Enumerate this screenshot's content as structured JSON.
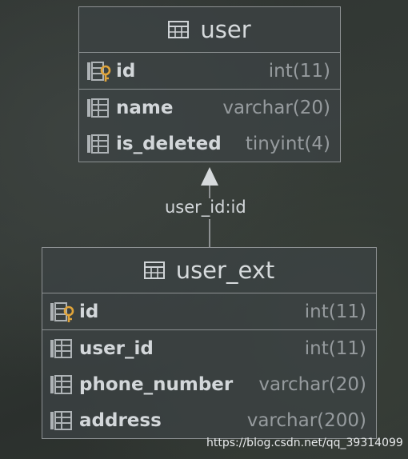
{
  "tables": [
    {
      "name": "user",
      "columns": [
        {
          "name": "id",
          "type": "int(11)",
          "key": "primary"
        },
        {
          "name": "name",
          "type": "varchar(20)",
          "key": "none"
        },
        {
          "name": "is_deleted",
          "type": "tinyint(4)",
          "key": "none"
        }
      ]
    },
    {
      "name": "user_ext",
      "columns": [
        {
          "name": "id",
          "type": "int(11)",
          "key": "primary"
        },
        {
          "name": "user_id",
          "type": "int(11)",
          "key": "none"
        },
        {
          "name": "phone_number",
          "type": "varchar(20)",
          "key": "none"
        },
        {
          "name": "address",
          "type": "varchar(200)",
          "key": "none"
        }
      ]
    }
  ],
  "relation": {
    "label": "user_id:id",
    "from": "user_ext",
    "to": "user"
  },
  "watermark": "https://blog.csdn.net/qq_39314099",
  "colors": {
    "border": "#8d9193",
    "key": "#e0a43a",
    "text": "#d3d7da",
    "type": "#969b9e"
  },
  "icons": {
    "table": "table-icon",
    "column": "column-icon",
    "primary_key": "primary-key-icon"
  }
}
